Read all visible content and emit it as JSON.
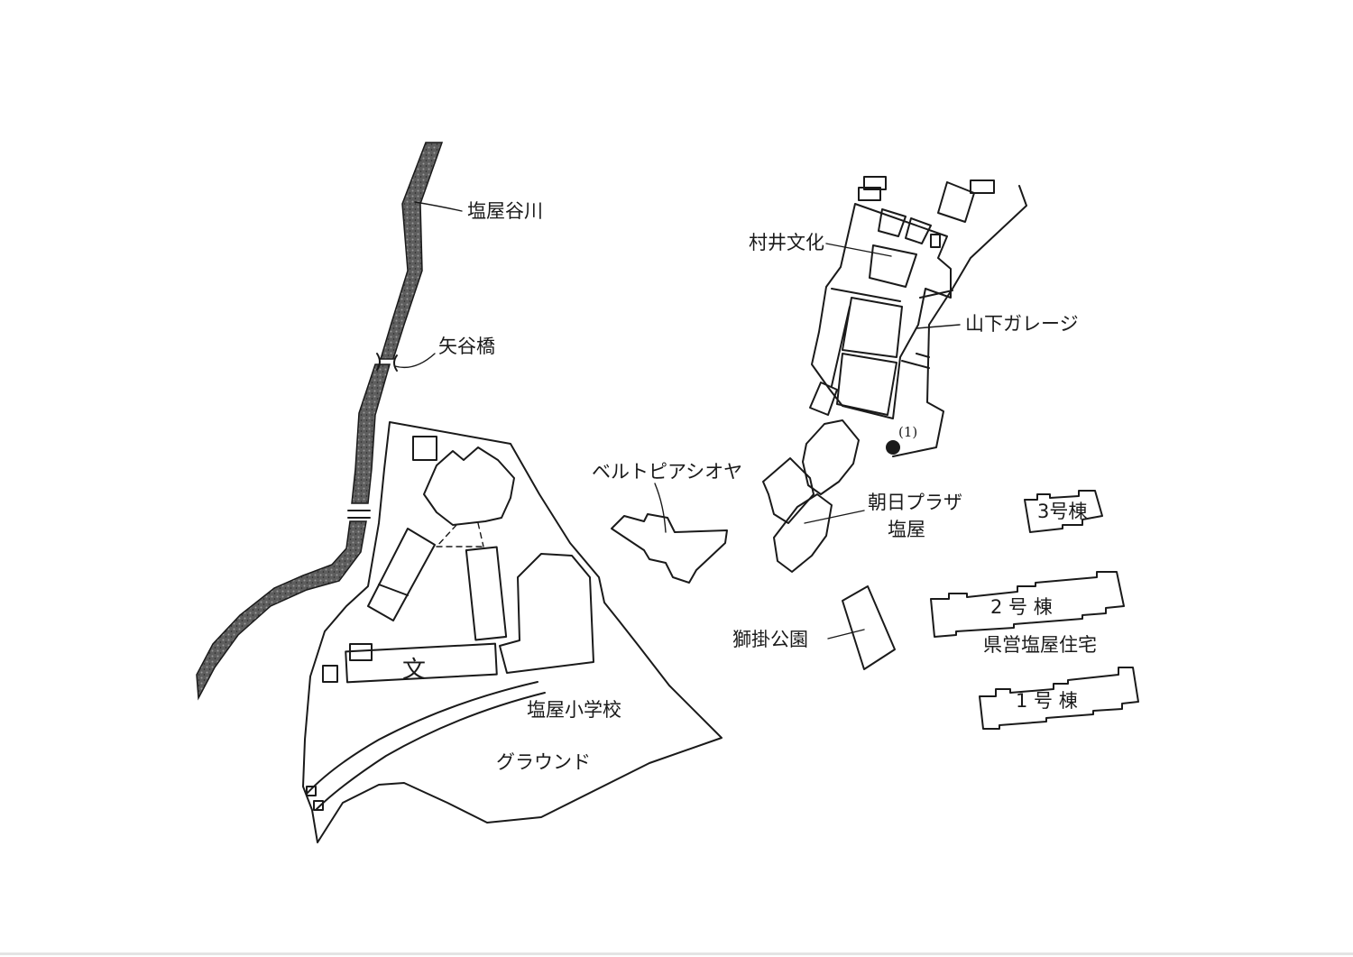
{
  "labels": {
    "river": "塩屋谷川",
    "bridge": "矢谷橋",
    "murai_bunka": "村井文化",
    "yamashita_garage": "山下ガレージ",
    "point_marker": "(1)",
    "belltopia": "ベルトピアシオヤ",
    "asahi_plaza_line1": "朝日プラザ",
    "asahi_plaza_line2": "塩屋",
    "building_3": "3号棟",
    "building_2": "2 号 棟",
    "prefectural_housing": "県営塩屋住宅",
    "building_1": "1 号 棟",
    "park": "獅掛公園",
    "school_symbol": "文",
    "school": "塩屋小学校",
    "ground": "グラウンド"
  },
  "colors": {
    "ink": "#1a1a1a",
    "river_fill": "#6e6e6e",
    "paper": "#ffffff"
  }
}
